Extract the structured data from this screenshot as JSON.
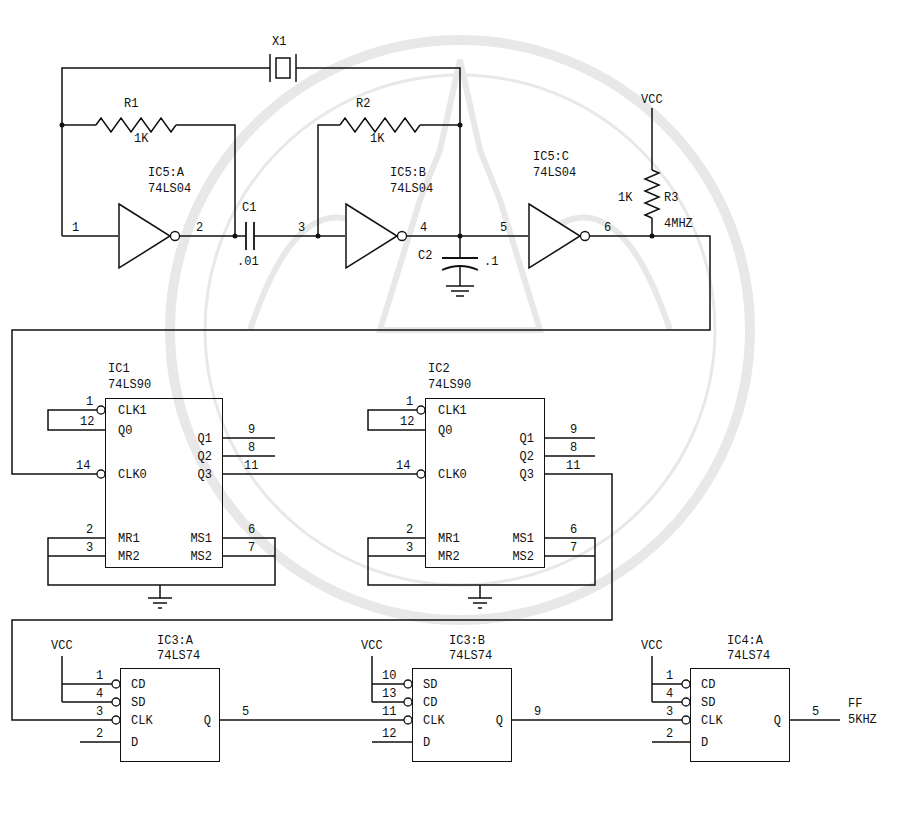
{
  "diagram": {
    "nodes": [
      {
        "text": [
          "IC5:A",
          "74LS04"
        ]
      },
      {
        "text": [
          "IC5:B",
          "74LS04"
        ]
      },
      {
        "text": [
          "IC5:C",
          "74LS04"
        ]
      },
      {
        "text": [
          "IC1",
          "74LS90",
          "CLK1",
          "Q0",
          "Q1",
          "Q2",
          "CLK0",
          "Q3",
          "MR1",
          "MS1",
          "MR2",
          "MS2"
        ]
      },
      {
        "text": [
          "IC2",
          "74LS90",
          "CLK1",
          "Q0",
          "Q1",
          "Q2",
          "CLK0",
          "Q3",
          "MR1",
          "MS1",
          "MR2",
          "MS2"
        ]
      },
      {
        "text": [
          "IC3:A",
          "74LS74",
          "CD",
          "SD",
          "CLK",
          "D",
          "Q"
        ]
      },
      {
        "text": [
          "IC3:B",
          "74LS74",
          "SD",
          "CD",
          "CLK",
          "D",
          "Q"
        ]
      },
      {
        "text": [
          "IC4:A",
          "74LS74",
          "CD",
          "SD",
          "CLK",
          "D",
          "Q"
        ]
      }
    ],
    "edges": [
      {
        "from": 1,
        "to": 2,
        "arrow": "none"
      },
      {
        "from": 2,
        "to": 3,
        "arrow": "none"
      },
      {
        "from": 3,
        "to": 4,
        "arrow": "none"
      },
      {
        "from": 4,
        "to": 5,
        "arrow": "none"
      },
      {
        "from": 5,
        "to": 6,
        "arrow": "none"
      },
      {
        "from": 6,
        "to": 7,
        "arrow": "none"
      }
    ],
    "labels": [
      "X1",
      "R1",
      "1K",
      "R2",
      "1K",
      "1",
      "2",
      "C1",
      ".01",
      "3",
      "4",
      "C2",
      ".1",
      "5",
      "6",
      "VCC",
      "1K",
      "R3",
      "4MHZ",
      "1",
      "12",
      "14",
      "2",
      "3",
      "9",
      "8",
      "11",
      "6",
      "7",
      "1",
      "12",
      "14",
      "2",
      "3",
      "9",
      "8",
      "11",
      "6",
      "7",
      "VCC",
      "1",
      "4",
      "3",
      "2",
      "5",
      "VCC",
      "10",
      "13",
      "11",
      "12",
      "9",
      "VCC",
      "1",
      "4",
      "3",
      "2",
      "5",
      "FF",
      "5KHZ"
    ]
  }
}
